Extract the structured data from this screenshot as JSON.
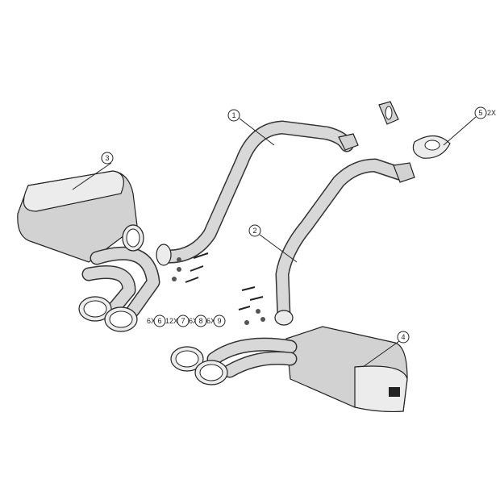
{
  "diagram": {
    "callouts": [
      {
        "number": "1",
        "qty": ""
      },
      {
        "number": "2",
        "qty": ""
      },
      {
        "number": "3",
        "qty": ""
      },
      {
        "number": "4",
        "qty": ""
      },
      {
        "number": "5",
        "qty": "2X"
      },
      {
        "number": "6",
        "qty": "6X"
      },
      {
        "number": "7",
        "qty": "12X"
      },
      {
        "number": "8",
        "qty": "6X"
      },
      {
        "number": "9",
        "qty": "6X"
      }
    ]
  }
}
